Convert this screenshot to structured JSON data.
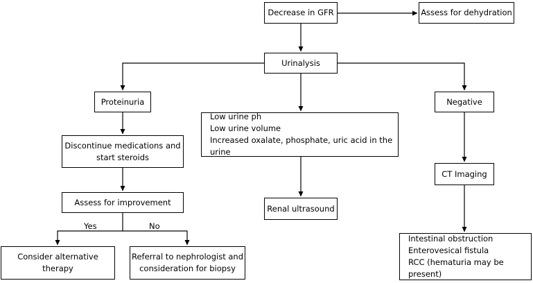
{
  "nodes": {
    "gfr": "Decrease in GFR",
    "dehydration": "Assess for dehydration",
    "urinalysis": "Urinalysis",
    "proteinuria": "Proteinuria",
    "discontinue": [
      "Discontinue medications and",
      "start steroids"
    ],
    "improvement": "Assess for improvement",
    "alternative": "Consider alternative therapy",
    "referral": [
      "Referral to nephrologist and",
      "consideration for biopsy"
    ],
    "urine_findings": [
      "Low urine ph",
      "Low urine volume",
      "Increased oxalate, phosphate, uric acid in the urine"
    ],
    "renal_us": "Renal ultrasound",
    "negative": "Negative",
    "ct": "CT Imaging",
    "ct_findings": [
      "Intestinal obstruction",
      "Enterovesical fistula",
      "RCC (hematuria may be present)"
    ]
  },
  "edge_labels": {
    "yes": "Yes",
    "no": "No"
  }
}
